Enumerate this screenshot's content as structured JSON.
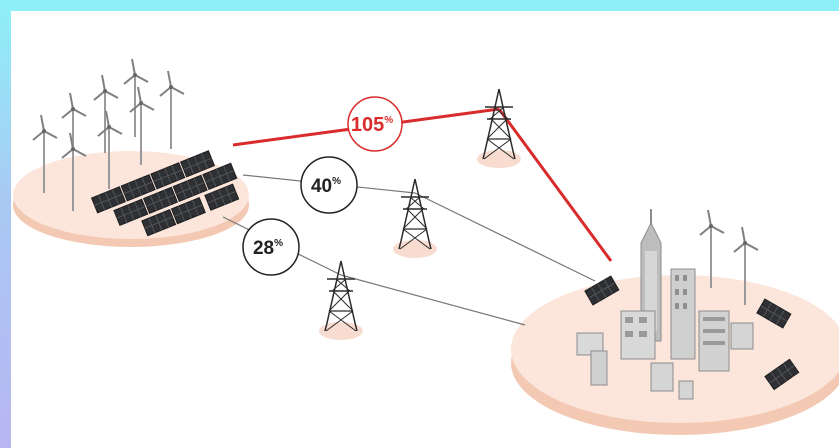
{
  "diagram": {
    "links": [
      {
        "from": "energy-farm",
        "to": "tower-top",
        "label": "105",
        "unit": "%",
        "highlighted": true,
        "color": "#d92b2b"
      },
      {
        "from": "energy-farm",
        "to": "tower-middle",
        "label": "40",
        "unit": "%",
        "highlighted": false,
        "color": "#222222"
      },
      {
        "from": "energy-farm",
        "to": "tower-bottom",
        "label": "28",
        "unit": "%",
        "highlighted": false,
        "color": "#222222"
      }
    ],
    "colors": {
      "highlight": "#d92b2b",
      "line": "#555555",
      "island_top": "#fce6dc",
      "island_side": "#f3c9b3",
      "solar_panel": "#2f3034",
      "building": "#cfcfcf"
    },
    "icons": [
      "wind-turbine-icon",
      "solar-panel-icon",
      "transmission-tower-icon",
      "city-building-icon"
    ]
  }
}
